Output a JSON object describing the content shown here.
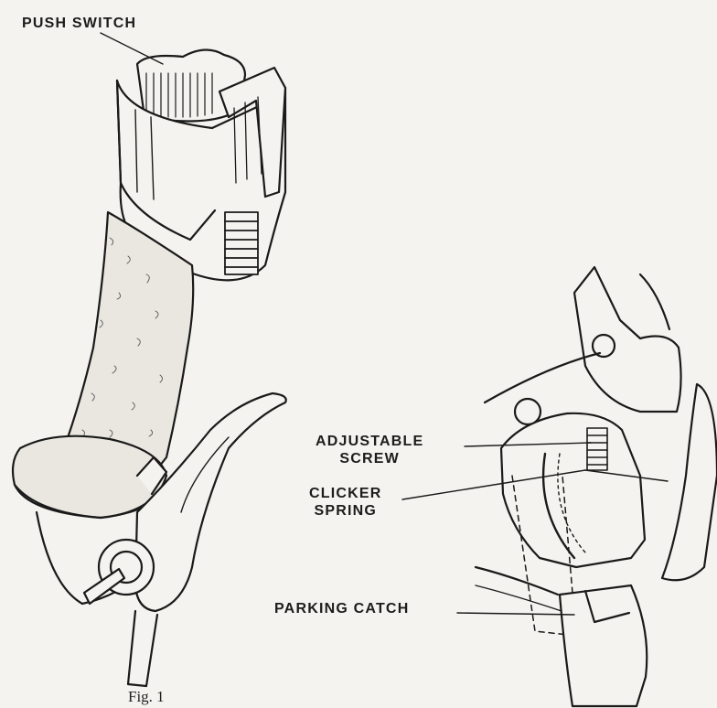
{
  "labels": {
    "push_switch": "PUSH SWITCH",
    "adjustable_screw": [
      "ADJUSTABLE",
      "SCREW"
    ],
    "clicker_spring": [
      "CLICKER",
      "SPRING"
    ],
    "parking_catch": "PARKING CATCH"
  },
  "caption": "Fig. 1"
}
